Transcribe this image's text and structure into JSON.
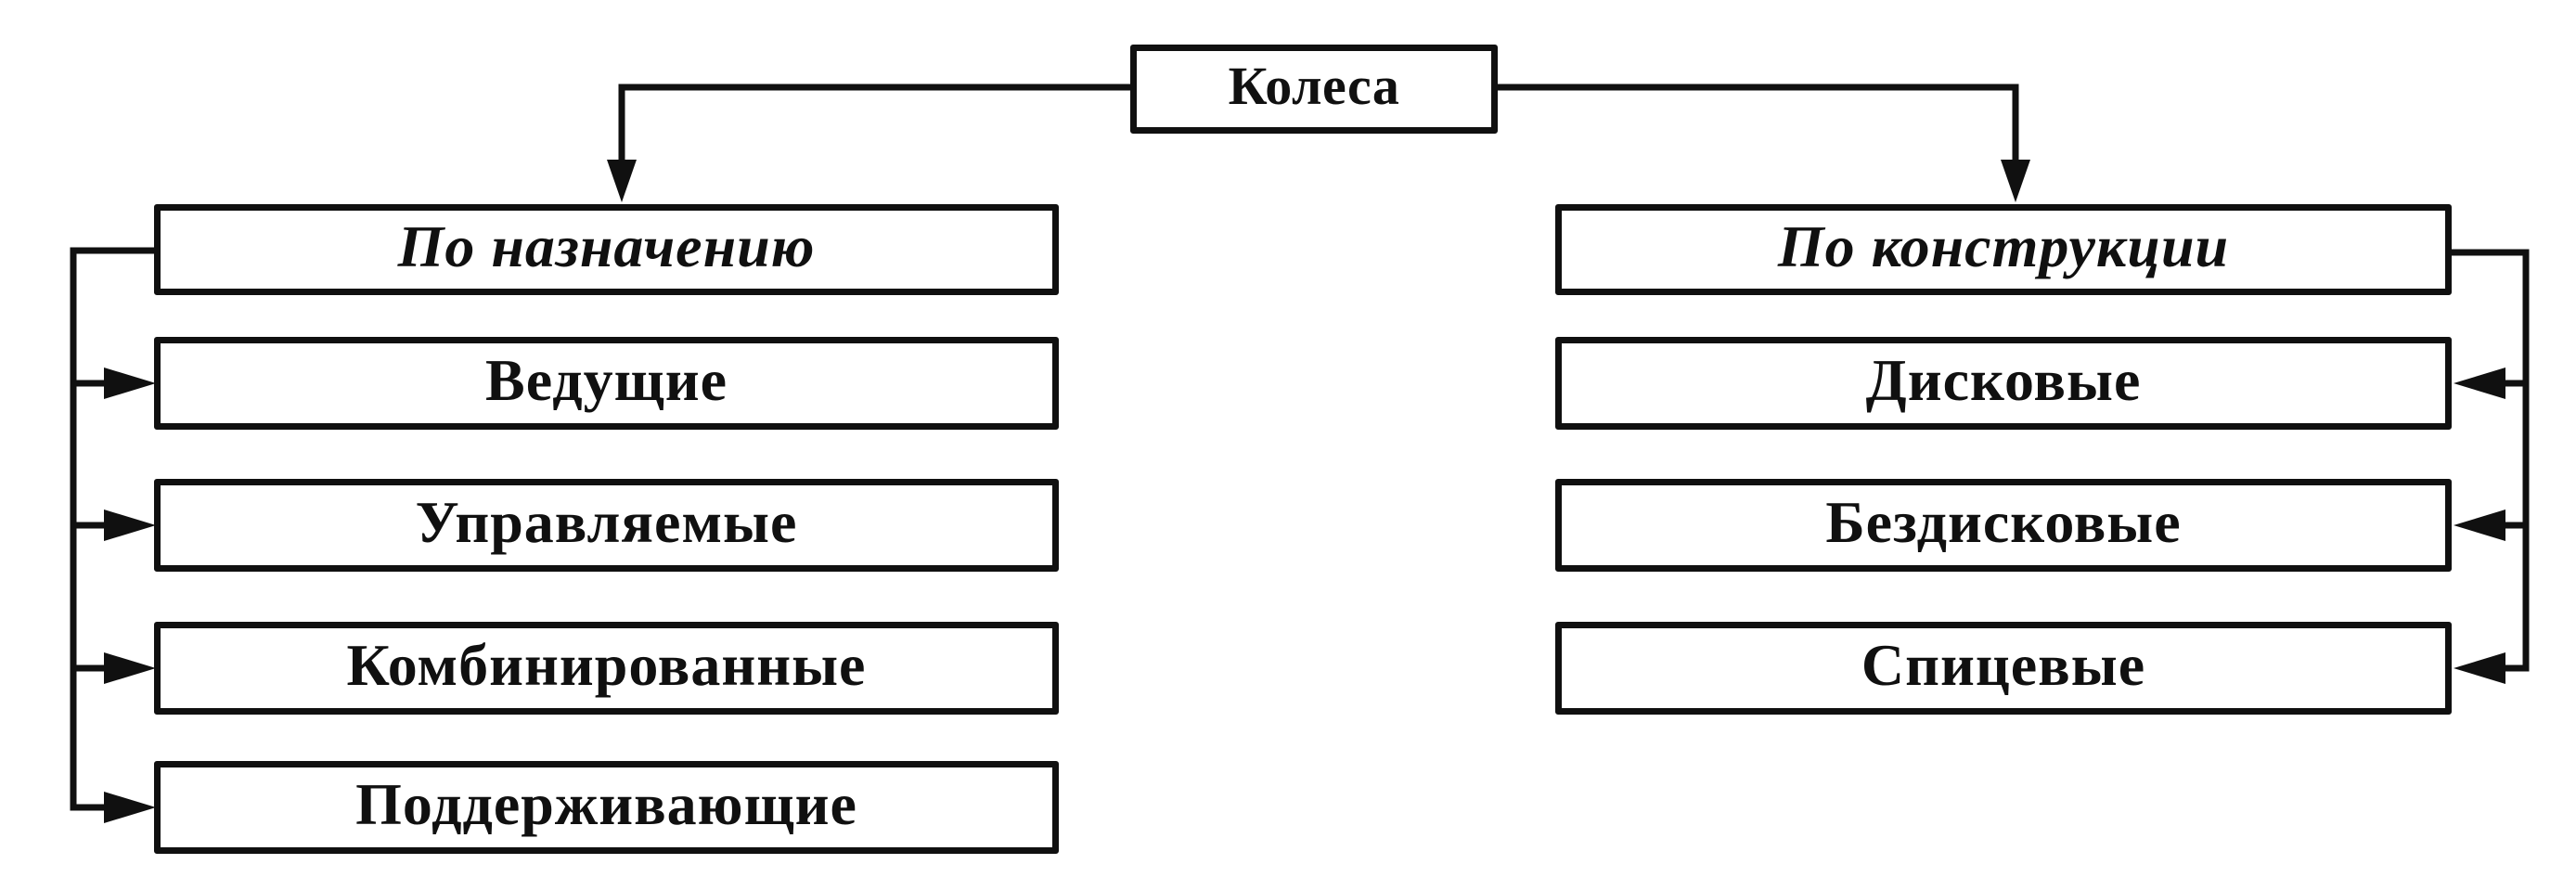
{
  "diagram": {
    "title_node": "Колеса",
    "left_group": {
      "header": "По назначению",
      "children": [
        "Ведущие",
        "Управляемые",
        "Комбинированные",
        "Поддерживающие"
      ]
    },
    "right_group": {
      "header": "По конструкции",
      "children": [
        "Дисковые",
        "Бездисковые",
        "Спицевые"
      ]
    },
    "colors": {
      "ink": "#101010",
      "background": "#ffffff"
    }
  }
}
